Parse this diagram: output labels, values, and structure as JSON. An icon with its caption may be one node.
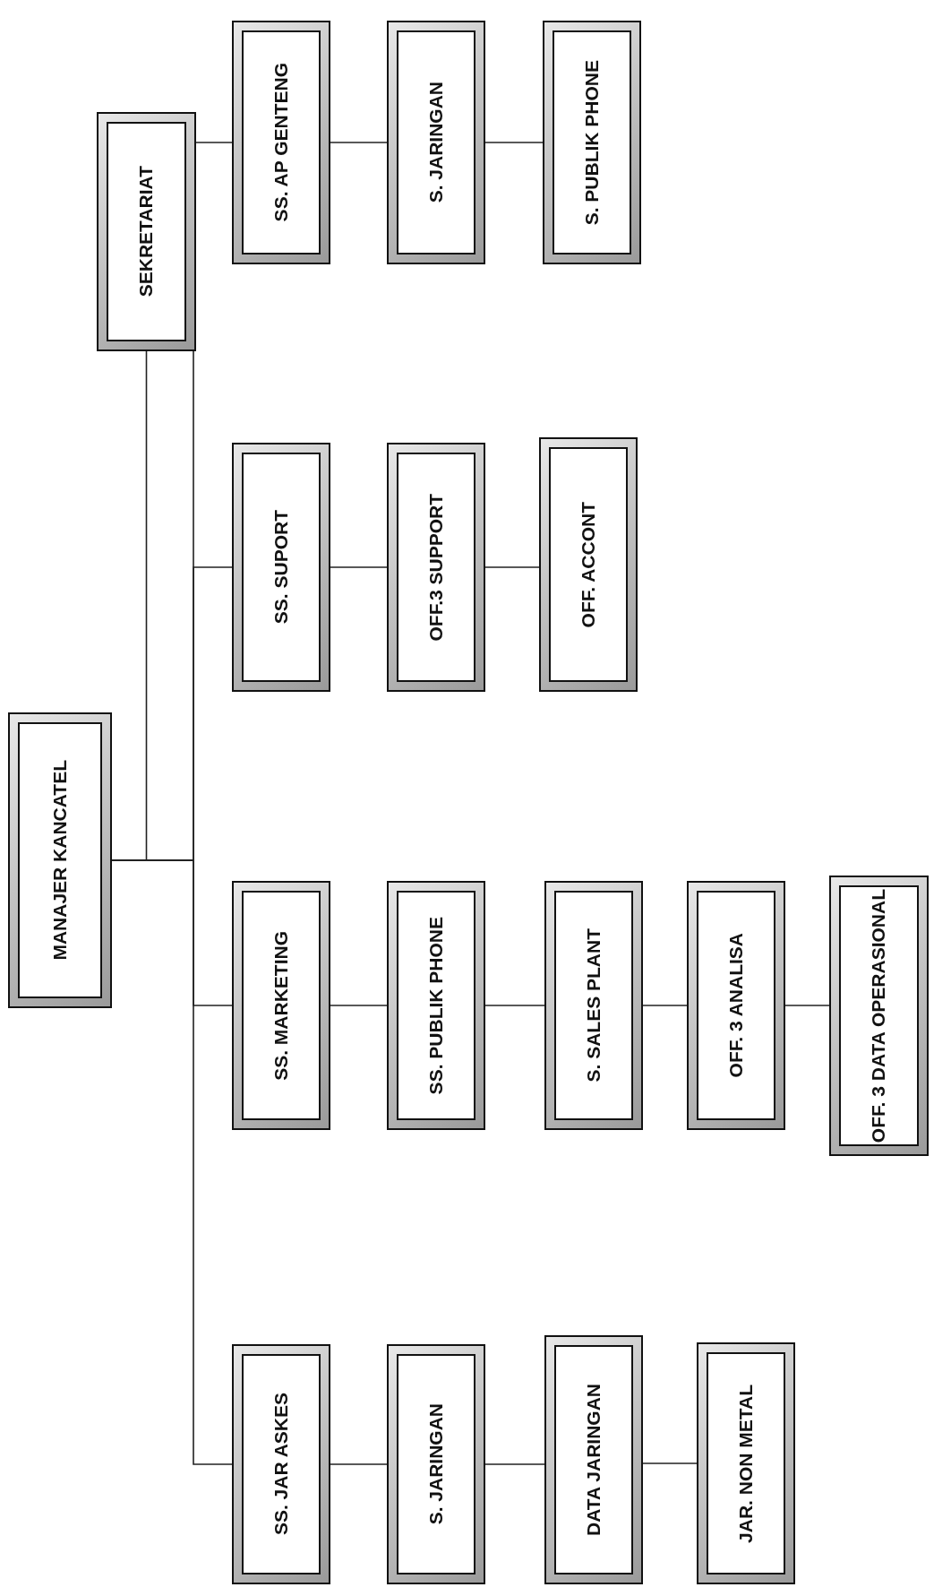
{
  "diagram": {
    "nodes": [
      {
        "text": [
          "MANAJER KANCATEL"
        ]
      },
      {
        "text": [
          "SEKRETARIAT"
        ]
      },
      {
        "text": [
          "SS. AP GENTENG"
        ]
      },
      {
        "text": [
          "S. JARINGAN"
        ]
      },
      {
        "text": [
          "S. PUBLIK PHONE"
        ]
      },
      {
        "text": [
          "SS. SUPORT"
        ]
      },
      {
        "text": [
          "OFF.3 SUPPORT"
        ]
      },
      {
        "text": [
          "OFF. ACCONT"
        ]
      },
      {
        "text": [
          "SS. MARKETING"
        ]
      },
      {
        "text": [
          "SS. PUBLIK PHONE"
        ]
      },
      {
        "text": [
          "S. SALES PLANT"
        ]
      },
      {
        "text": [
          "OFF. 3 ANALISA"
        ]
      },
      {
        "text": [
          "OFF. 3 DATA OPERASIONAL"
        ]
      },
      {
        "text": [
          "SS. JAR ASKES"
        ]
      },
      {
        "text": [
          "S. JARINGAN"
        ]
      },
      {
        "text": [
          "DATA JARINGAN"
        ]
      },
      {
        "text": [
          "JAR. NON METAL"
        ]
      }
    ],
    "edges": [
      {
        "from": 0,
        "to": 1,
        "arrow": "none"
      },
      {
        "from": 0,
        "to": 2,
        "arrow": "none"
      },
      {
        "from": 0,
        "to": 5,
        "arrow": "none"
      },
      {
        "from": 0,
        "to": 8,
        "arrow": "none"
      },
      {
        "from": 0,
        "to": 13,
        "arrow": "none"
      },
      {
        "from": 2,
        "to": 3,
        "arrow": "none"
      },
      {
        "from": 3,
        "to": 4,
        "arrow": "none"
      },
      {
        "from": 5,
        "to": 6,
        "arrow": "none"
      },
      {
        "from": 6,
        "to": 7,
        "arrow": "none"
      },
      {
        "from": 8,
        "to": 9,
        "arrow": "none"
      },
      {
        "from": 9,
        "to": 10,
        "arrow": "none"
      },
      {
        "from": 10,
        "to": 11,
        "arrow": "none"
      },
      {
        "from": 11,
        "to": 12,
        "arrow": "none"
      },
      {
        "from": 13,
        "to": 14,
        "arrow": "none"
      },
      {
        "from": 14,
        "to": 15,
        "arrow": "none"
      },
      {
        "from": 15,
        "to": 16,
        "arrow": "none"
      }
    ]
  }
}
